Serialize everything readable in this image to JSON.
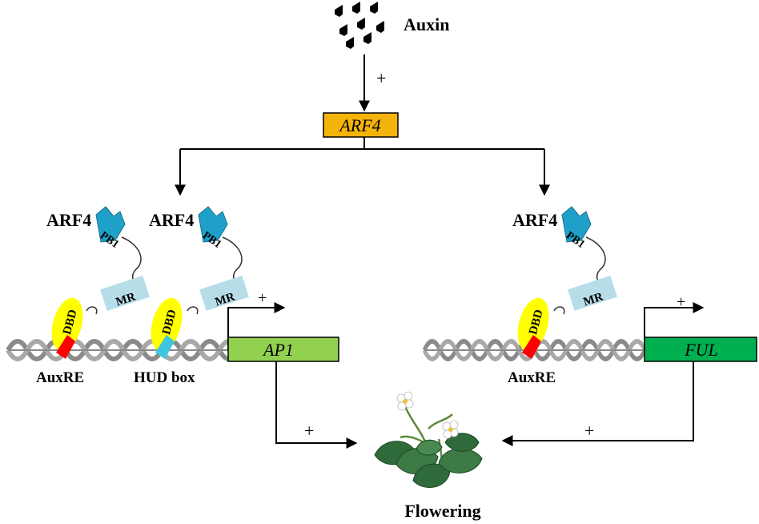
{
  "auxin": {
    "label": "Auxin"
  },
  "arf4_gene": {
    "label": "ARF4",
    "color": "#f5b40c"
  },
  "plus": "+",
  "protein_label": "ARF4",
  "domains": {
    "pb1": "PB1",
    "mr": "MR",
    "dbd": "DBD"
  },
  "elements": {
    "auxre": "AuxRE",
    "hud_box": "HUD box"
  },
  "genes": {
    "ap1": {
      "label": "AP1",
      "color": "#92d050"
    },
    "ful": {
      "label": "FUL",
      "color": "#00b050"
    }
  },
  "output": {
    "label": "Flowering"
  },
  "colors": {
    "pb1": "#1fa0c8",
    "mr": "#b7dde8",
    "dbd": "#ffff00",
    "auxre_site": "#ff0000",
    "hud_site": "#3ec6e0",
    "dna": "#8a8a8a"
  }
}
